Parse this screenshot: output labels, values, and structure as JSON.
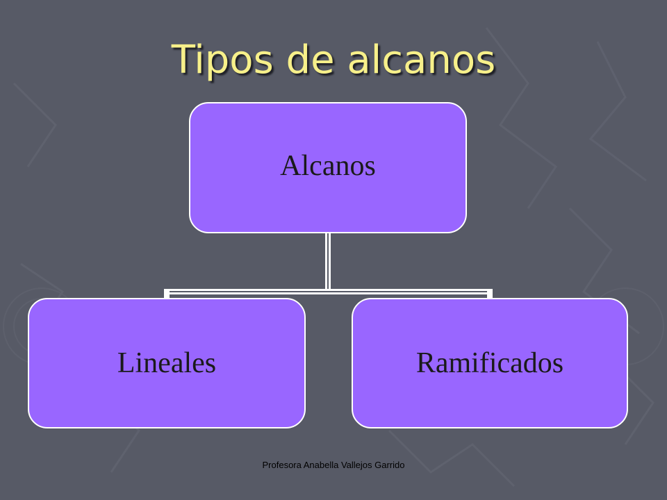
{
  "slide": {
    "title": "Tipos de alcanos",
    "footer": "Profesora Anabella Vallejos Garrido"
  },
  "diagram": {
    "root": {
      "label": "Alcanos"
    },
    "children": [
      {
        "label": "Lineales"
      },
      {
        "label": "Ramificados"
      }
    ]
  },
  "colors": {
    "background": "#575a66",
    "title": "#f7f08a",
    "node_fill": "#9966ff",
    "node_border": "#ffffff",
    "connector": "#ffffff"
  }
}
